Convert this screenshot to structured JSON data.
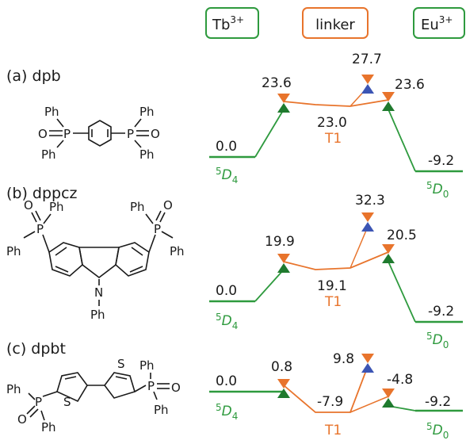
{
  "headers": {
    "tb": "Tb",
    "tb_sup": "3+",
    "linker": "linker",
    "eu": "Eu",
    "eu_sup": "3+"
  },
  "colors": {
    "tb_green": "#2e9a3e",
    "linker_orange": "#e8742c",
    "singlet_blue": "#3c55b4",
    "triangle_green": "#1f7a2e"
  },
  "tb_state": {
    "symbol": "D",
    "pre": "5",
    "sub": "4"
  },
  "eu_state": {
    "symbol": "D",
    "pre": "5",
    "sub": "0"
  },
  "substituent": "Ph",
  "panels": [
    {
      "label": "(a) dpb",
      "tb_energy": "0.0",
      "left_state": "23.6",
      "top_state": "27.7",
      "right_state": "23.6",
      "t1_energy": "23.0",
      "t1_label": "T1",
      "eu_energy": "-9.2"
    },
    {
      "label": "(b) dppcz",
      "tb_energy": "0.0",
      "left_state": "19.9",
      "top_state": "32.3",
      "right_state": "20.5",
      "t1_energy": "19.1",
      "t1_label": "T1",
      "eu_energy": "-9.2",
      "nitrogen_label": "N"
    },
    {
      "label": "(c) dpbt",
      "tb_energy": "0.0",
      "left_state": "0.8",
      "top_state": "9.8",
      "right_state": "-4.8",
      "t1_energy": "-7.9",
      "t1_label": "T1",
      "eu_energy": "-9.2",
      "sulfur_label": "S"
    }
  ]
}
